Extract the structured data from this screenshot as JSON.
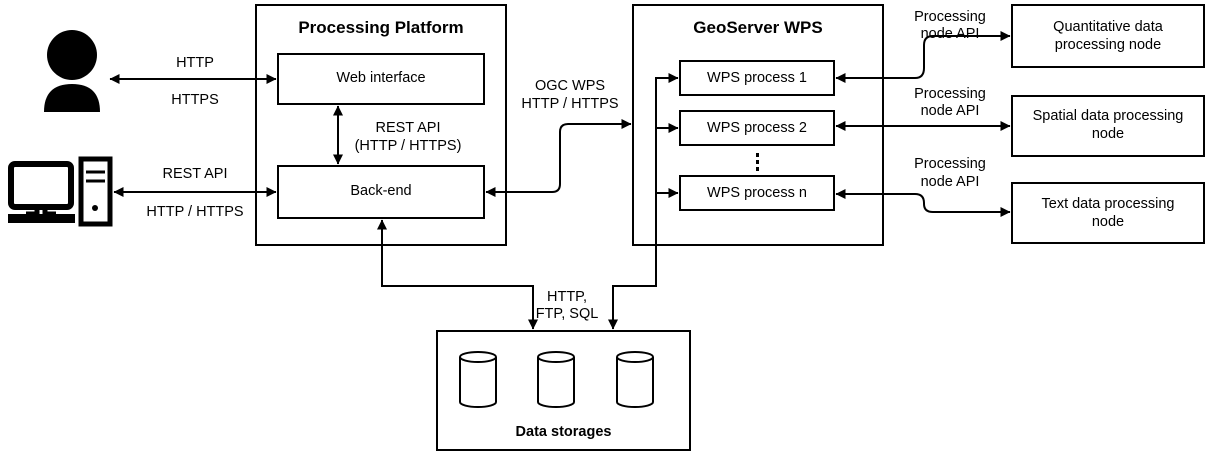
{
  "platform": {
    "title": "Processing Platform",
    "web_interface": "Web interface",
    "back_end": "Back-end",
    "internal_label_line1": "REST API",
    "internal_label_line2": "(HTTP / HTTPS)"
  },
  "geoserver": {
    "title": "GeoServer WPS",
    "processes": [
      "WPS process 1",
      "WPS process 2",
      "WPS process n"
    ]
  },
  "user_link": {
    "top": "HTTP",
    "bottom": "HTTPS"
  },
  "computer_link": {
    "top": "REST API",
    "bottom": "HTTP / HTTPS"
  },
  "ogc_link": {
    "line1": "OGC WPS",
    "line2": "HTTP / HTTPS"
  },
  "storage_link": {
    "line1": "HTTP,",
    "line2": "FTP, SQL"
  },
  "node_api": {
    "line1": "Processing",
    "line2": "node API"
  },
  "nodes": [
    {
      "line1": "Quantitative data",
      "line2": "processing node"
    },
    {
      "line1": "Spatial data processing",
      "line2": "node"
    },
    {
      "line1": "Text data processing",
      "line2": "node"
    }
  ],
  "storage": {
    "title": "Data storages"
  },
  "icons": [
    "user-icon",
    "computer-icon",
    "database-icon"
  ]
}
